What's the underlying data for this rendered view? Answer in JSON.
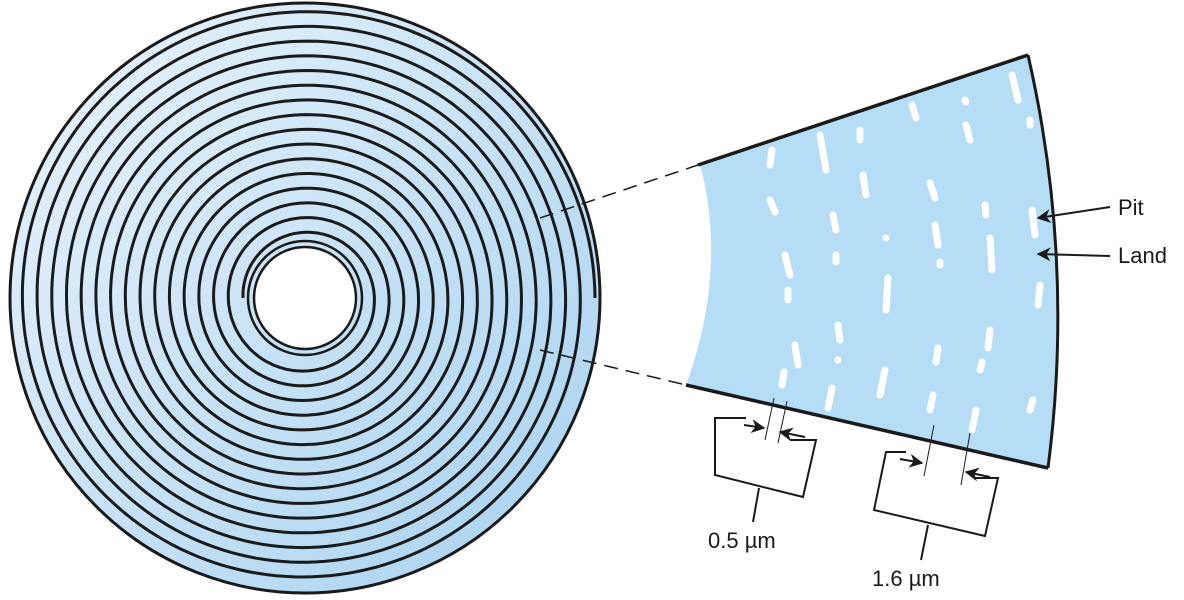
{
  "labels": {
    "pit": "Pit",
    "land": "Land",
    "track_pitch": "0.5 µm",
    "pit_spacing": "1.6 µm"
  },
  "colors": {
    "disc_light": "#e4f1fb",
    "disc_dark": "#a9d3f1",
    "sector_fill": "#b5ddf5",
    "line": "#1a1a1a"
  }
}
